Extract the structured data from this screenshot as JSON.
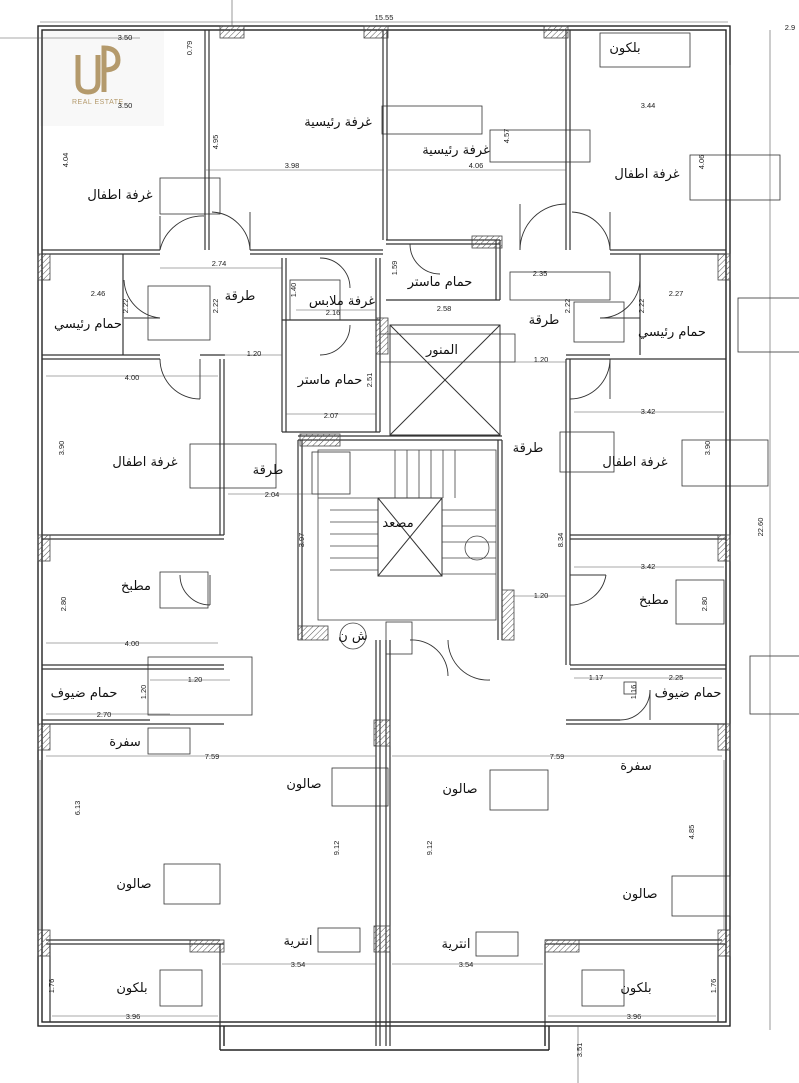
{
  "logo": {
    "text": "REAL ESTATE",
    "mark": "ulp-monogram"
  },
  "rooms": {
    "balcony": "بلكون",
    "master_bedroom": "غرفة رئيسية",
    "kids_bedroom": "غرفة اطفال",
    "corridor": "طرقة",
    "master_bath": "حمام رئيسي",
    "master_bath_2": "حمام ماستر",
    "dressing_room": "غرفة ملابس",
    "light_well": "المنور",
    "kitchen": "مطبخ",
    "guest_bath": "حمام ضيوف",
    "dining": "سفرة",
    "salon": "صالون",
    "entrance": "انترية",
    "elevator": "مصعد",
    "shaft": "ش ن"
  },
  "dims": {
    "d1555": "15.55",
    "d29": "2.9",
    "d079": "0.79",
    "d350": "3.50",
    "d344": "3.44",
    "d404": "4.04",
    "d495": "4.95",
    "d457": "4.57",
    "d406b": "4.06",
    "d398": "3.98",
    "d406": "4.06",
    "d274": "2.74",
    "d159": "1.59",
    "d235": "2.35",
    "d246": "2.46",
    "d222a": "2.22",
    "d222b": "2.22",
    "d140": "1.40",
    "d216": "2.16",
    "d258": "2.58",
    "d222c": "2.22",
    "d227": "2.27",
    "d222d": "2.22",
    "d120a": "1.20",
    "d120b": "1.20",
    "d400a": "4.00",
    "d251": "2.51",
    "d342a": "3.42",
    "d390a": "3.90",
    "d390b": "3.90",
    "d207": "2.07",
    "d204": "2.04",
    "d2260": "22.60",
    "d397": "3.97",
    "d834": "8.34",
    "d280a": "2.80",
    "d342b": "3.42",
    "d280b": "2.80",
    "d120c": "1.20",
    "d400b": "4.00",
    "d120d": "1.20",
    "d117": "1.17",
    "d225": "2.25",
    "d120e": "1.20",
    "d116": "1.16",
    "d270": "2.70",
    "d759a": "7.59",
    "d759b": "7.59",
    "d613": "6.13",
    "d912a": "9.12",
    "d912b": "9.12",
    "d485": "4.85",
    "d354a": "3.54",
    "d354b": "3.54",
    "d176a": "1.76",
    "d176b": "1.76",
    "d396a": "3.96",
    "d396b": "3.96",
    "d351": "3.51"
  }
}
